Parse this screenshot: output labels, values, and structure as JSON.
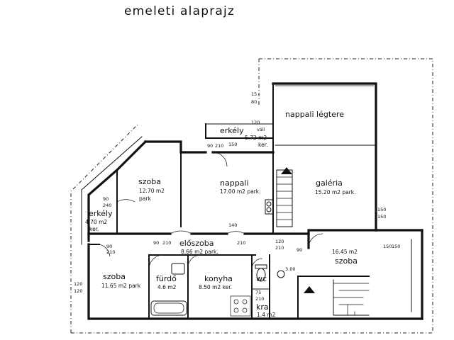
{
  "title": "emeleti alaprajz",
  "rooms": {
    "nappali_legtere": {
      "name": "nappali légtere"
    },
    "erkely_top": {
      "name": "erkély",
      "area": "5.72 m2",
      "note": "ker."
    },
    "galeria": {
      "name": "galéria",
      "area": "15.20 m2 park."
    },
    "szoba_left_top": {
      "name": "szoba",
      "area": "12.70 m2",
      "note": "park"
    },
    "nappali": {
      "name": "nappali",
      "area": "17.00 m2 park."
    },
    "erkely_left": {
      "name": "erkély",
      "area": "4.70 m2",
      "note": "ker."
    },
    "eloszoba": {
      "name": "előszoba",
      "area": "8.66 m2 park."
    },
    "szoba_right": {
      "name": "szoba",
      "area": "16.45 m2"
    },
    "szoba_bottom": {
      "name": "szoba",
      "area": "11.65 m2 park"
    },
    "furdo": {
      "name": "fürdő",
      "area": "4.6 m2"
    },
    "konyha": {
      "name": "konyha",
      "area": "8.50 m2 ker."
    },
    "wc": {
      "name": "wc"
    },
    "kamra": {
      "name": "kra",
      "area": "1.4 m2"
    }
  },
  "dimensions": {
    "d_15": "15",
    "d_80": "80",
    "d_120": "120",
    "d_vall": "váll",
    "d_90": "90",
    "d_210": "210",
    "d_150": "150",
    "d_240": "240",
    "d_140": "140",
    "d_300": "3.00",
    "d_75": "75",
    "d_120b": "120"
  }
}
